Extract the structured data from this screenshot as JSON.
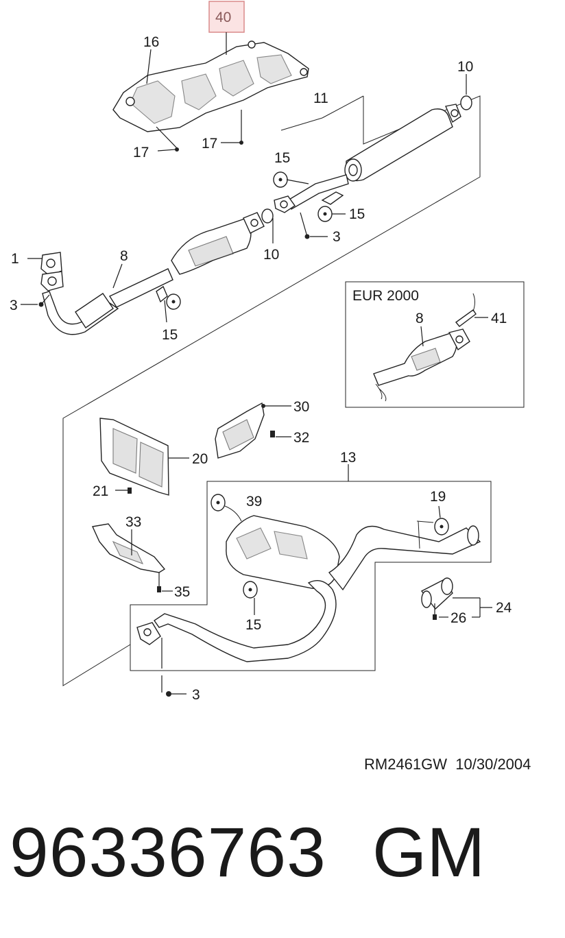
{
  "diagram": {
    "callouts": {
      "c40": "40",
      "c16": "16",
      "c17a": "17",
      "c17b": "17",
      "c11": "11",
      "c10a": "10",
      "c15a": "15",
      "c15b": "15",
      "c3a": "3",
      "c10b": "10",
      "c1": "1",
      "c8": "8",
      "c3b": "3",
      "c15c": "15",
      "c30": "30",
      "c32": "32",
      "c20": "20",
      "c21": "21",
      "c13": "13",
      "c39": "39",
      "c19": "19",
      "c33": "33",
      "c35": "35",
      "c15d": "15",
      "c24": "24",
      "c26": "26",
      "c3c": "3"
    },
    "inset": {
      "title": "EUR 2000",
      "c8": "8",
      "c41": "41"
    },
    "colors": {
      "highlight_box": "#d98a8a",
      "highlight_fill": "#fbe3e3"
    }
  },
  "footer": {
    "drawing_id": "RM2461GW",
    "date": "10/30/2004",
    "part_number": "96336763",
    "brand": "GM"
  }
}
